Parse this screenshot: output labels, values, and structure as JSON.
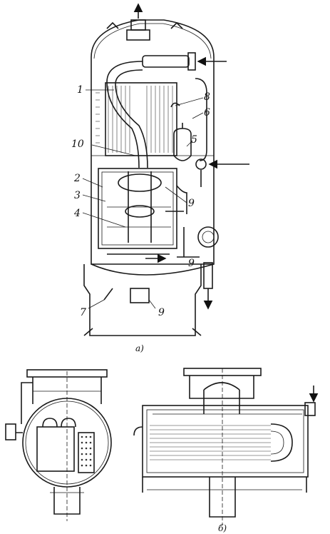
{
  "callouts": [
    "1",
    "2",
    "3",
    "4",
    "5",
    "6",
    "7",
    "8",
    "9",
    "9",
    "9",
    "10"
  ],
  "captions": {
    "top": "а)",
    "bottom": "б)"
  }
}
